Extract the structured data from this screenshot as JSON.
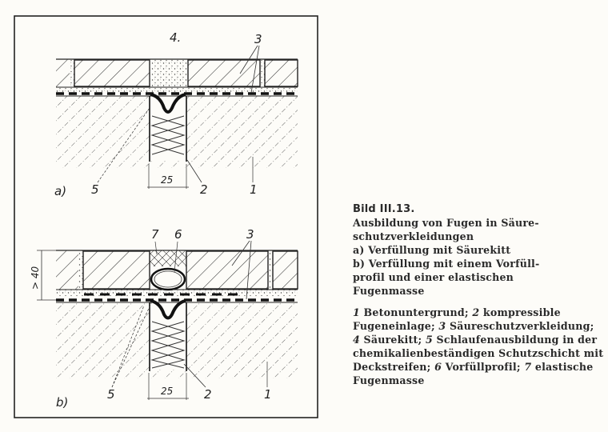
{
  "figure": {
    "panel_a": {
      "tag": "a)",
      "labels": {
        "l1": "1",
        "l2": "2",
        "l3": "3",
        "l4": "4.",
        "l5": "5"
      },
      "dim_width": "25"
    },
    "panel_b": {
      "tag": "b)",
      "labels": {
        "l1": "1",
        "l2": "2",
        "l3": "3",
        "l5": "5",
        "l6": "6",
        "l7": "7"
      },
      "dim_width": "25",
      "dim_height": "> 40"
    }
  },
  "caption": {
    "title": "Bild III.13.",
    "lines": [
      "Ausbildung von Fugen in Säure-",
      "schutzverkleidungen",
      "a) Verfüllung mit Säurekitt",
      "b) Verfüllung mit einem Vorfüll-",
      "profil und einer elastischen",
      "Fugenmasse"
    ],
    "legend": [
      {
        "num": "1",
        "text": " Betonuntergrund; "
      },
      {
        "num": "2",
        "text": " kompressible Fugeneinlage; "
      },
      {
        "num": "3",
        "text": " Säureschutzverkleidung; "
      },
      {
        "num": "4",
        "text": " Säurekitt; "
      },
      {
        "num": "5",
        "text": " Schlaufenausbildung in der chemikalienbeständigen Schutzschicht mit Deckstreifen; "
      },
      {
        "num": "6",
        "text": " Vorfüllprofil; "
      },
      {
        "num": "7",
        "text": " elastische Fugenmasse"
      }
    ]
  }
}
